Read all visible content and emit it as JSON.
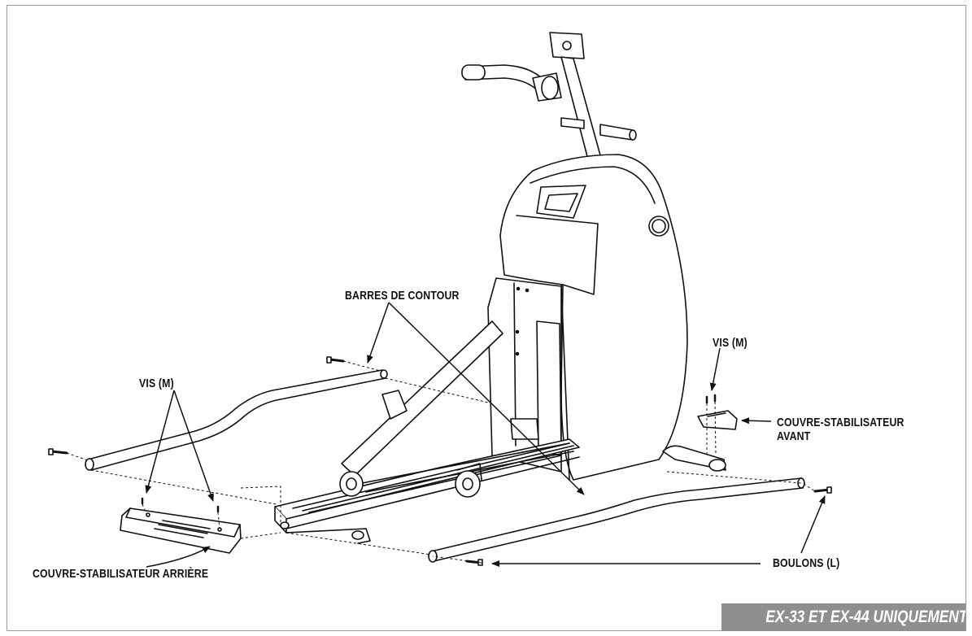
{
  "labels": {
    "barres_contour": "BARRES DE CONTOUR",
    "vis_left": "VIS (M)",
    "vis_right": "VIS (M)",
    "couvre_avant_line1": "COUVRE-STABILISATEUR",
    "couvre_avant_line2": "AVANT",
    "couvre_arriere": "COUVRE-STABILISATEUR ARRIÈRE",
    "boulons": "BOULONS (L)"
  },
  "banner": "EX-33 ET EX-44 UNIQUEMENT",
  "colors": {
    "banner_bg": "#8f8f8f",
    "line": "#111111"
  }
}
